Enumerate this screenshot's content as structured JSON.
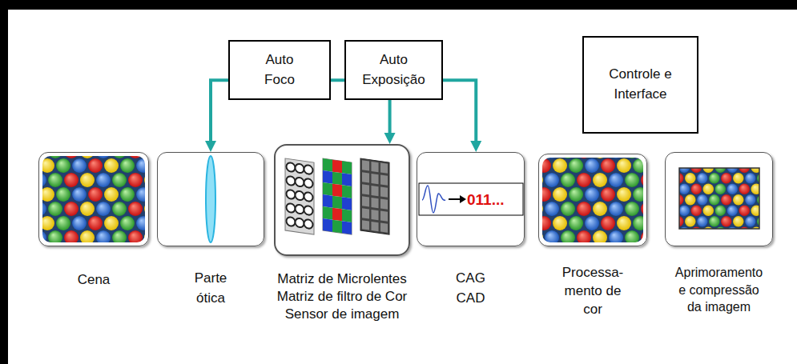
{
  "diagram": {
    "nodes": [
      {
        "text": [
          "Auto Foco"
        ]
      },
      {
        "text": [
          "Auto Exposição"
        ]
      },
      {
        "text": [
          "Controle e Interface"
        ]
      },
      {
        "text": [
          "Cena"
        ]
      },
      {
        "text": [
          "Parte ótica"
        ]
      },
      {
        "text": [
          "Matriz de Microlentes",
          "Matriz de filtro de Cor",
          "Sensor de imagem"
        ]
      },
      {
        "text": [
          "011...",
          "CAG CAD"
        ]
      },
      {
        "text": [
          "Processa- mento de cor"
        ]
      },
      {
        "text": [
          "Aprimoramento e compressão da imagem"
        ]
      }
    ],
    "edges": [
      {
        "from": 0,
        "to": 4,
        "arrow": "to"
      },
      {
        "from": 0,
        "to": 1,
        "arrow": "none"
      },
      {
        "from": 1,
        "to": 5,
        "arrow": "to"
      },
      {
        "from": 1,
        "to": 6,
        "arrow": "to"
      }
    ]
  }
}
